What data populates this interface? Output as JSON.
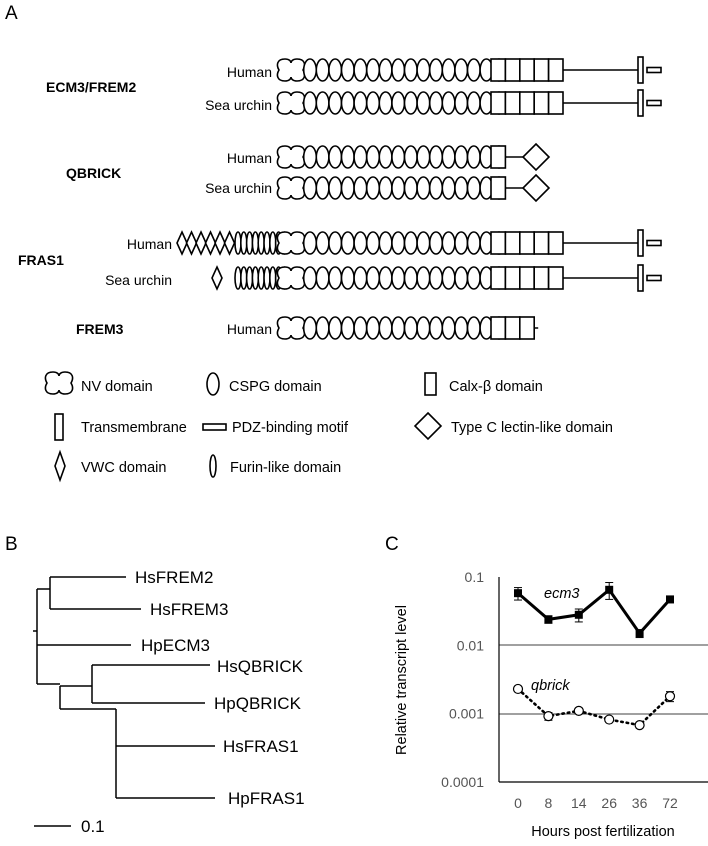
{
  "panels": {
    "a": "A",
    "b": "B",
    "c": "C"
  },
  "domain_panel": {
    "groups": [
      {
        "name": "ECM3/FREM2",
        "rows": [
          "Human",
          "Sea urchin"
        ]
      },
      {
        "name": "QBRICK",
        "rows": [
          "Human",
          "Sea urchin"
        ]
      },
      {
        "name": "FRAS1",
        "rows": [
          "Human",
          "Sea urchin"
        ]
      },
      {
        "name": "FREM3",
        "rows": [
          "Human"
        ]
      }
    ],
    "legend": [
      {
        "icon": "nv-domain-icon",
        "label": "NV domain"
      },
      {
        "icon": "cspg-domain-icon",
        "label": "CSPG domain"
      },
      {
        "icon": "calx-beta-domain-icon",
        "label": "Calx-β domain"
      },
      {
        "icon": "transmembrane-icon",
        "label": "Transmembrane"
      },
      {
        "icon": "pdz-binding-motif-icon",
        "label": "PDZ-binding motif"
      },
      {
        "icon": "type-c-lectin-like-domain-icon",
        "label": "Type C lectin-like domain"
      },
      {
        "icon": "vwc-domain-icon",
        "label": "VWC domain"
      },
      {
        "icon": "furin-like-domain-icon",
        "label": "Furin-like domain"
      }
    ]
  },
  "tree": {
    "leaves": [
      "HsFREM2",
      "HsFREM3",
      "HpECM3",
      "HsQBRICK",
      "HpQBRICK",
      "HsFRAS1",
      "HpFRAS1"
    ],
    "scale_label": "0.1"
  },
  "chart_data": {
    "type": "line",
    "xlabel": "Hours post fertilization",
    "ylabel": "Relative transcript level",
    "categories": [
      "0",
      "8",
      "14",
      "26",
      "36",
      "72"
    ],
    "y_scale": "log",
    "ylim": [
      0.0001,
      0.1
    ],
    "yticks": [
      "0.1",
      "0.01",
      "0.001",
      "0.0001"
    ],
    "gridlines_at": [
      0.01,
      0.001
    ],
    "series": [
      {
        "name": "ecm3",
        "marker": "filled-square",
        "line": "solid",
        "color": "#000000",
        "values": [
          0.058,
          0.024,
          0.028,
          0.065,
          0.015,
          0.047
        ],
        "error": [
          0.012,
          0.003,
          0.006,
          0.018,
          0.002,
          0.005
        ]
      },
      {
        "name": "qbrick",
        "marker": "open-circle",
        "line": "dotted",
        "color": "#000000",
        "values": [
          0.0023,
          0.00092,
          0.0011,
          0.00082,
          0.00068,
          0.0018
        ],
        "error": [
          0.0002,
          0.00012,
          0.0001,
          6e-05,
          5e-05,
          0.0003
        ]
      }
    ]
  }
}
